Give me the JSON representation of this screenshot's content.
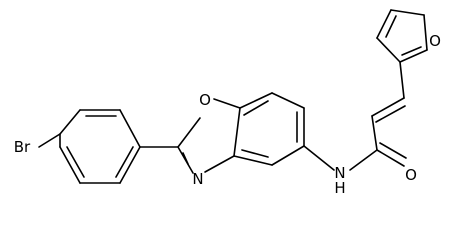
{
  "diagram": {
    "atoms": [
      {
        "id": "br",
        "label": "Br"
      },
      {
        "id": "o_oxazole",
        "label": "O"
      },
      {
        "id": "n_oxazole",
        "label": "N"
      },
      {
        "id": "n_amide",
        "label": "N"
      },
      {
        "id": "h_amide",
        "label": "H"
      },
      {
        "id": "o_carbonyl",
        "label": "O"
      },
      {
        "id": "o_furan",
        "label": "O"
      }
    ],
    "colors": {
      "bond": "#000000",
      "label": "#000000",
      "background": "#ffffff"
    }
  }
}
